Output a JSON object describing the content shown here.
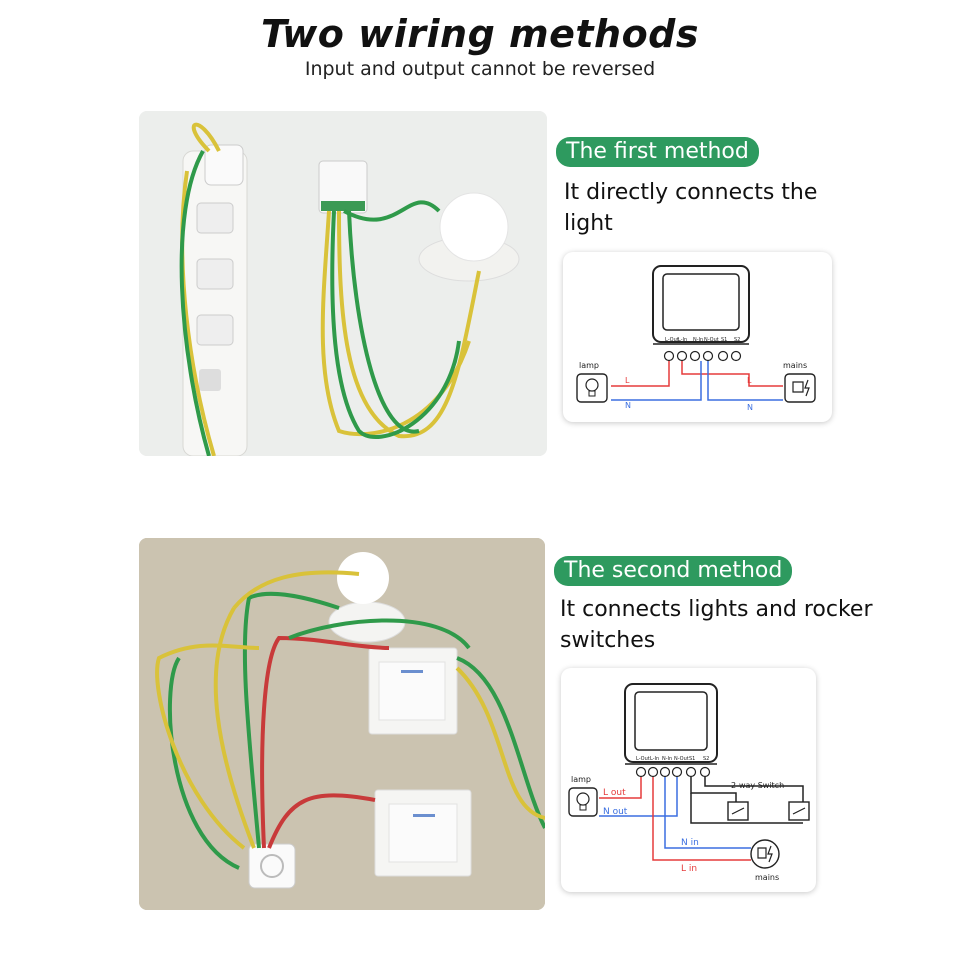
{
  "header": {
    "title": "Two wiring methods",
    "subtitle": "Input and output cannot be reversed"
  },
  "method1": {
    "badge": "The first method",
    "description": "It directly connects the light",
    "diagram": {
      "terminals": [
        "L-Out",
        "L-In",
        "N-In",
        "N-Out",
        "S1",
        "S2"
      ],
      "lamp_label": "lamp",
      "mains_label": "mains",
      "wire_L_left": "L",
      "wire_N_left": "N",
      "wire_L_right": "L",
      "wire_N_right": "N"
    }
  },
  "method2": {
    "badge": "The second method",
    "description": "It connects lights and rocker switches",
    "diagram": {
      "terminals": [
        "L-Out",
        "L-In",
        "N-In",
        "N-Out",
        "S1",
        "S2"
      ],
      "lamp_label": "lamp",
      "mains_label": "mains",
      "l_out_label": "L out",
      "n_out_label": "N out",
      "switch_label": "2-way Switch",
      "n_in_label": "N in",
      "l_in_label": "L in"
    }
  },
  "colors": {
    "badge_green": "#2e9a5f",
    "wire_red": "#e53b3b",
    "wire_blue": "#3b6fe0",
    "wire_dark": "#222222"
  },
  "icons": [
    "lightbulb-icon",
    "plug-icon",
    "switch-icon"
  ]
}
